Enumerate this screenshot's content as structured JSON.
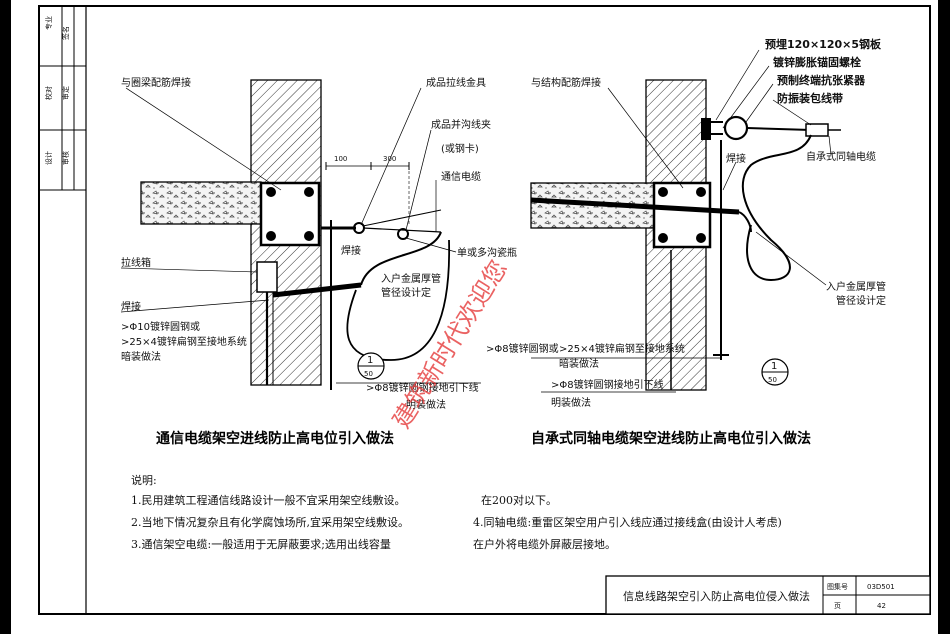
{
  "side_panel": {
    "col1": [
      "专业",
      "签名"
    ],
    "col2": [
      "校对",
      "审定"
    ],
    "col3": [
      "设计",
      "审核"
    ]
  },
  "left_diagram": {
    "labels": {
      "weld_beam": "与圈梁配筋焊接",
      "cable_fitting": "成品拉线金具",
      "hook_clamp": "成品并沟线夹",
      "hook_clamp_sub": "(或钢卡)",
      "comm_cable": "通信电缆",
      "single_insulator": "单或多沟瓷瓶",
      "guy_anchor": "拉线箱",
      "weld": "焊接",
      "weld2": "焊接",
      "entry_pipe_1": "入户金属厚管",
      "entry_pipe_2": "管径设计定",
      "rebar_10": ">Φ10镀锌圆钢或",
      "flat_steel": ">25×4镀锌扁钢至接地系统",
      "concealed": "暗装做法",
      "rebar_8": ">Φ8镀锌圆钢接地引下线",
      "exposed": "明装做法",
      "dim_100": "100",
      "dim_300": "300"
    },
    "caption": "通信电缆架空进线防止高电位引入做法"
  },
  "right_diagram": {
    "labels": {
      "weld_steel": "与结构配筋焊接",
      "embed_plate": "预埋120×120×5钢板",
      "expansion_bolt": "镀锌膨胀锚固螺栓",
      "terminal": "预制终端抗张紧器",
      "anti_slip": "防振装包线带",
      "coax_cable": "自承式同轴电缆",
      "weld": "焊接",
      "entry_pipe_1": "入户金属厚管",
      "entry_pipe_2": "管径设计定",
      "rebar_8a": ">Φ8镀锌圆钢或",
      "flat_steel": ">25×4镀锌扁钢至接地系统",
      "concealed": "暗装做法",
      "rebar_8b": ">Φ8镀锌圆钢接地引下线",
      "exposed": "明装做法"
    },
    "caption": "自承式同轴电缆架空进线防止高电位引入做法"
  },
  "detail_ref": {
    "num": "1",
    "den": "50"
  },
  "notes": {
    "title": "说明:",
    "lines": [
      "1.民用建筑工程通信线路设计一般不宜采用架空线敷设。",
      "2.当地下情况复杂且有化学腐蚀场所,宜采用架空线敷设。",
      "3.通信架空电缆:一般适用于无屏蔽要求;选用出线容量"
    ],
    "right_lines": [
      "在200对以下。",
      "4.同轴电缆:重雷区架空用户引入线应通过接线盒(由设计人考虑)",
      "  在户外将电缆外屏蔽层接地。"
    ]
  },
  "title_block": {
    "title": "信息线路架空引入防止高电位侵入做法",
    "atlas_label": "图集号",
    "atlas_value": "03D501",
    "page_label": "页",
    "page_value": "42"
  },
  "watermark": "建筑新时代欢迎您"
}
